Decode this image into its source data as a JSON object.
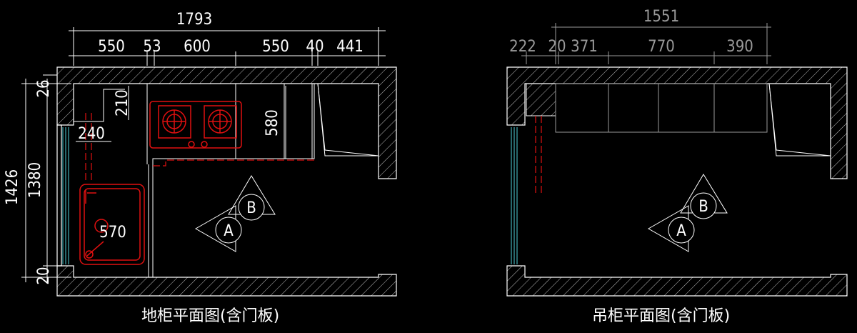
{
  "base_plan": {
    "title": "地柜平面图(含门板)",
    "dims_top_total": "1793",
    "dims_top_segments": [
      "550",
      "53",
      "600",
      "550",
      "40",
      "441"
    ],
    "dims_left_total": "1426",
    "dims_left_inner": "1380",
    "dims_left_top": "26",
    "dims_left_bottom": "20",
    "dim_210": "210",
    "dim_240": "240",
    "dim_580": "580",
    "dim_570": "570",
    "view_a": "A",
    "view_b": "B"
  },
  "wall_plan": {
    "title": "吊柜平面图(含门板)",
    "dims_top_total": "1551",
    "dims_top_segments": [
      "222",
      "20",
      "371",
      "770",
      "390"
    ],
    "view_a": "A",
    "view_b": "B"
  },
  "colors": {
    "background": "#000000",
    "line_white": "#ffffff",
    "line_gray": "#9a9a9a",
    "hatch": "#bfbfbf",
    "red": "#e01010",
    "cyan": "#4fd0d8"
  }
}
